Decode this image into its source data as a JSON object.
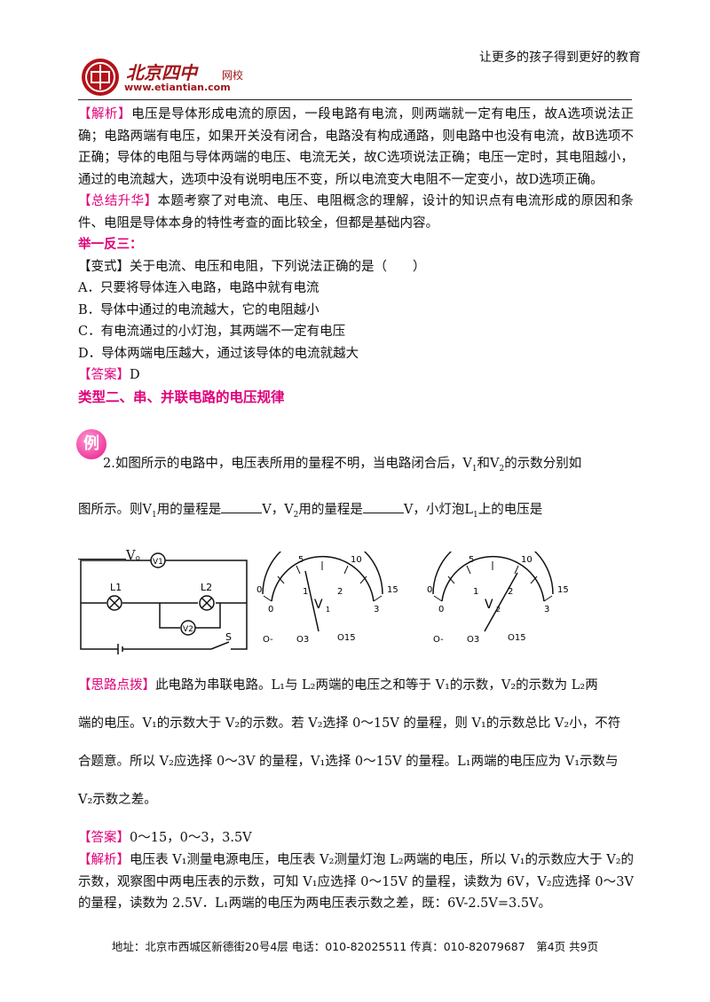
{
  "header": {
    "slogan": "让更多的孩子得到更好的教育",
    "logo_title": "北京四中",
    "logo_sub": "网校",
    "logo_url": "www.etiantian.com"
  },
  "section1": {
    "jiexi_tag": "【解析】",
    "jiexi_text": "电压是导体形成电流的原因，一段电路有电流，则两端就一定有电压，故A选项说法正确；电路两端有电压，如果开关没有闭合，电路没有构成通路，则电路中也没有电流，故B选项不正确；导体的电阻与导体两端的电压、电流无关，故C选项说法正确；电压一定时，其电阻越小，通过的电流越大，选项中没有说明电压不变，所以电流变大电阻不一定变小，故D选项正确。",
    "summary_tag": "【总结升华】",
    "summary_text": "本题考察了对电流、电压、电阻概念的理解，设计的知识点有电流形成的原因和条件、电阻是导体本身的特性考查的面比较全，但都是基础内容。",
    "juyi_heading": "举一反三：",
    "variant": "【变式】关于电流、电压和电阻，下列说法正确的是（　　）",
    "options": [
      "A．只要将导体连入电路，电路中就有电流",
      "B．导体中通过的电流越大，它的电阻越小",
      "C．有电流通过的小灯泡，其两端不一定有电压",
      "D．导体两端电压越大，通过该导体的电流就越大"
    ],
    "answer_tag": "【答案】",
    "answer_val": "D"
  },
  "type2_heading": "类型二、串、并联电路的电压规律",
  "example_badge": "例",
  "problem": {
    "p1": "2.如图所示的电路中，电压表所用的量程不明，当电路闭合后，V",
    "p1b": "和V",
    "p1c": "的示数分别如",
    "p2a": "图所示。则V",
    "p2b": "用的量程是",
    "p2c": "V，V",
    "p2d": "用的量程是",
    "p2e": "V，小灯泡L",
    "p2f": "上的电压是",
    "p3": "V。",
    "sub1": "1",
    "sub2": "2"
  },
  "figure": {
    "v1": "V1",
    "v2": "V2",
    "l1": "L1",
    "l2": "L2",
    "s": "S",
    "meter1_label": "V",
    "meter2_label": "V",
    "scale_top": [
      "5",
      "10",
      "15"
    ],
    "scale_bottom": [
      "0",
      "1",
      "2",
      "3"
    ],
    "zero_top": "0",
    "term_neg": "O-",
    "term_3": "O3",
    "term_15": "O15"
  },
  "analysis": {
    "silu_tag": "【思路点拨】",
    "silu_l1": "此电路为串联电路。L₁与 L₂两端的电压之和等于 V₁的示数，V₂的示数为 L₂两",
    "silu_l2": "端的电压。V₁的示数大于 V₂的示数。若 V₂选择 0～15V 的量程，则 V₁的示数总比 V₂小，不符",
    "silu_l3": "合题意。所以 V₂应选择 0～3V 的量程，V₁选择 0～15V 的量程。L₁两端的电压应为 V₁示数与",
    "silu_l4": "V₂示数之差。",
    "answer_tag": "【答案】",
    "answer_val": "0～15，0～3，3.5V"
  },
  "jiexi2": {
    "tag": "【解析】",
    "text": "电压表 V₁测量电源电压，电压表 V₂测量灯泡 L₂两端的电压，所以 V₁的示数应大于 V₂的示数，观察图中两电压表的示数，可知 V₁应选择 0～15V 的量程，读数为 6V，V₂应选择 0～3V 的量程，读数为 2.5V．L₁两端的电压为两电压表示数之差，既：6V-2.5V=3.5V。"
  },
  "footer": "地址：北京市西城区新德街20号4层  电话：010-82025511  传真：010-82079687　第4页  共9页"
}
